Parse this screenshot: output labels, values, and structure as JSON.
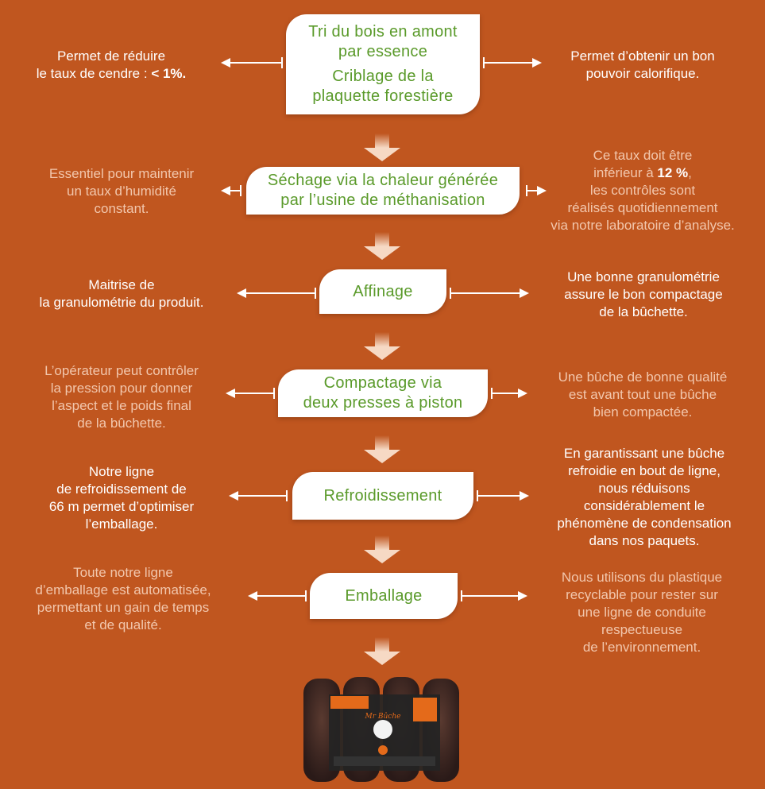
{
  "steps": [
    {
      "lines": [
        "Tri du bois en amont",
        "par essence",
        "Criblage de la",
        "plaquette forestière"
      ]
    },
    {
      "lines": [
        "Séchage via la chaleur générée",
        "par l’usine de méthanisation"
      ]
    },
    {
      "lines": [
        "Affinage"
      ]
    },
    {
      "lines": [
        "Compactage via",
        "deux presses à piston"
      ]
    },
    {
      "lines": [
        "Refroidissement"
      ]
    },
    {
      "lines": [
        "Emballage"
      ]
    }
  ],
  "notes_left": [
    {
      "lines": [
        "Permet de réduire",
        "le taux de cendre : "
      ],
      "bold": "< 1%."
    },
    {
      "lines": [
        "Essentiel pour maintenir",
        "un taux d’humidité",
        "constant."
      ]
    },
    {
      "lines": [
        "Maitrise de",
        "la granulométrie du produit."
      ]
    },
    {
      "lines": [
        "L’opérateur peut contrôler",
        "la pression pour donner",
        "l’aspect et le poids final",
        "de la bûchette."
      ]
    },
    {
      "lines": [
        "Notre ligne",
        "de refroidissement de",
        "66 m permet d’optimiser",
        "l’emballage."
      ]
    },
    {
      "lines": [
        "Toute notre ligne",
        "d’emballage est automatisée,",
        "permettant un gain de temps",
        "et de qualité."
      ]
    }
  ],
  "notes_right": [
    {
      "lines": [
        "Permet d’obtenir un bon",
        "pouvoir calorifique."
      ]
    },
    {
      "lines": [
        "Ce taux doit être",
        "inférieur à ",
        "les contrôles sont",
        "réalisés quotidiennement",
        "via notre laboratoire d’analyse."
      ],
      "bold": "12 %",
      "after_bold": ","
    },
    {
      "lines": [
        "Une bonne granulométrie",
        "assure le bon compactage",
        "de la bûchette."
      ]
    },
    {
      "lines": [
        "Une bûche de bonne qualité",
        "est avant tout une bûche",
        "bien compactée."
      ]
    },
    {
      "lines": [
        "En garantissant une bûche",
        "refroidie en bout de ligne,",
        "nous réduisons",
        "considérablement le",
        "phénomène de condensation",
        "dans nos paquets."
      ]
    },
    {
      "lines": [
        "Nous utilisons du plastique",
        "recyclable pour rester sur",
        "une ligne de conduite",
        "respectueuse",
        "de l’environnement."
      ]
    }
  ],
  "product": {
    "brand_label": "Mr Bûche"
  },
  "colors": {
    "background": "#c0561f",
    "box": "#ffffff",
    "step_text": "#5a9a2a",
    "muted_text": "#f2c7ad"
  }
}
